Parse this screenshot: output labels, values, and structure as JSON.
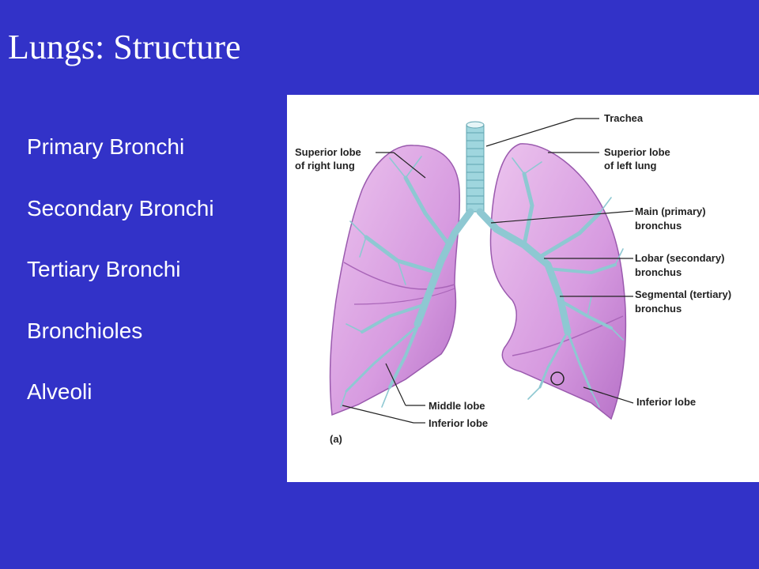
{
  "slide": {
    "title": "Lungs: Structure",
    "bullets": [
      "Primary Bronchi",
      "Secondary Bronchi",
      "Tertiary Bronchi",
      "Bronchioles",
      "Alveoli"
    ]
  },
  "figure": {
    "labels": {
      "trachea": "Trachea",
      "superior_right_1": "Superior lobe",
      "superior_right_2": "of right lung",
      "superior_left_1": "Superior lobe",
      "superior_left_2": "of left lung",
      "main_1": "Main (primary)",
      "main_2": "bronchus",
      "lobar_1": "Lobar (secondary)",
      "lobar_2": "bronchus",
      "segmental_1": "Segmental (tertiary)",
      "segmental_2": "bronchus",
      "inferior_left": "Inferior lobe",
      "middle": "Middle lobe",
      "inferior_right": "Inferior lobe",
      "panel": "(a)"
    }
  },
  "colors": {
    "background": "#3232c8",
    "lung": "#d79be0",
    "airway": "#8ec8d2"
  }
}
